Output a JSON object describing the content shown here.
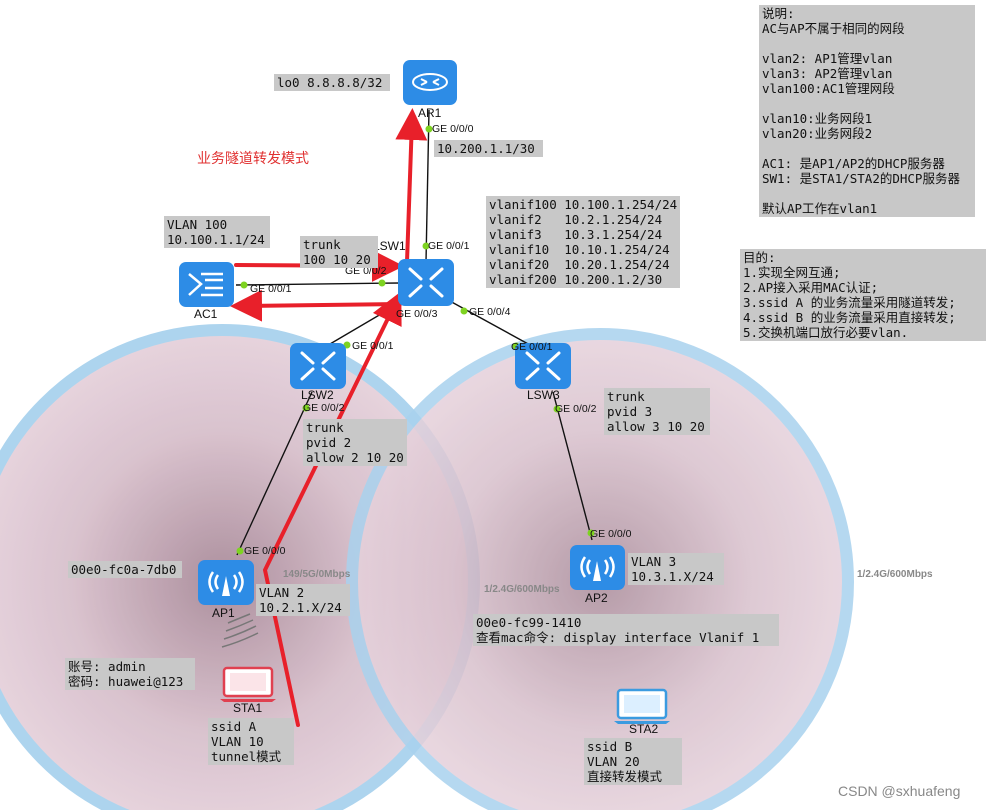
{
  "title_mode": "业务隧道转发模式",
  "devices": {
    "ar1": "AR1",
    "lsw1": "LSW1",
    "lsw2": "LSW2",
    "lsw3": "LSW3",
    "ac1": "AC1",
    "ap1": "AP1",
    "ap2": "AP2",
    "sta1": "STA1",
    "sta2": "STA2"
  },
  "ports": {
    "ar1_ge000": "GE 0/0/0",
    "lsw1_ge001": "GE 0/0/1",
    "lsw1_ge002": "GE 0/0/2",
    "lsw1_ge003": "GE 0/0/3",
    "lsw1_ge004": "GE 0/0/4",
    "ac1_ge001": "GE 0/0/1",
    "lsw2_ge001": "GE 0/0/1",
    "lsw2_ge002": "GE 0/0/2",
    "lsw3_ge001": "GE 0/0/1",
    "lsw3_ge002": "GE 0/0/2",
    "ap1_ge000": "GE 0/0/0",
    "ap2_ge000": "GE 0/0/0"
  },
  "notes": {
    "lo0": "lo0 8.8.8.8/32",
    "ar1_ip": "10.200.1.1/30",
    "ac1_vlan": "VLAN 100\n10.100.1.1/24",
    "trunk_lsw1": "trunk\n100 10 20",
    "vlanif": "vlanif100 10.100.1.254/24\nvlanif2   10.2.1.254/24\nvlanif3   10.3.1.254/24\nvlanif10  10.10.1.254/24\nvlanif20  10.20.1.254/24\nvlanif200 10.200.1.2/30",
    "explain": "说明:\nAC与AP不属于相同的网段\n\nvlan2: AP1管理vlan\nvlan3: AP2管理vlan\nvlan100:AC1管理网段\n\nvlan10:业务网段1\nvlan20:业务网段2\n\nAC1: 是AP1/AP2的DHCP服务器\nSW1: 是STA1/STA2的DHCP服务器\n\n默认AP工作在vlan1",
    "goals": "目的:\n1.实现全网互通;\n2.AP接入采用MAC认证;\n3.ssid A 的业务流量采用隧道转发;\n4.ssid B 的业务流量采用直接转发;\n5.交换机端口放行必要vlan.",
    "trunk_lsw2": "trunk\npvid 2\nallow 2 10 20",
    "trunk_lsw3": "trunk\npvid 3\nallow 3 10 20",
    "ap1_mac": "00e0-fc0a-7db0",
    "ap1_vlan": "VLAN 2\n10.2.1.X/24",
    "ap2_vlan": "VLAN 3\n10.3.1.X/24",
    "ap2_mac": "00e0-fc99-1410\n查看mac命令: display interface Vlanif 1",
    "account": "账号: admin\n密码: huawei@123",
    "sta1_ssid": "ssid A\nVLAN 10\ntunnel模式",
    "sta2_ssid": "ssid B\nVLAN 20\n直接转发模式"
  },
  "rates": {
    "ap1": "149/5G/0Mbps",
    "ap2_left": "1/2.4G/600Mbps",
    "ap2_right": "1/2.4G/600Mbps"
  },
  "watermark": "CSDN @sxhuafeng",
  "colors": {
    "device_blue": "#2d8ce6",
    "tunnel_arrow": "#e8202a",
    "link_dot": "#7ed321",
    "coverage_ring": "#a9d2ee",
    "note_bg": "#c8c8c8"
  },
  "icons": {
    "ar1": "router-icon",
    "switches": "switch-icon",
    "ac1": "access-controller-icon",
    "aps": "wireless-ap-icon",
    "stas": "laptop-icon"
  }
}
